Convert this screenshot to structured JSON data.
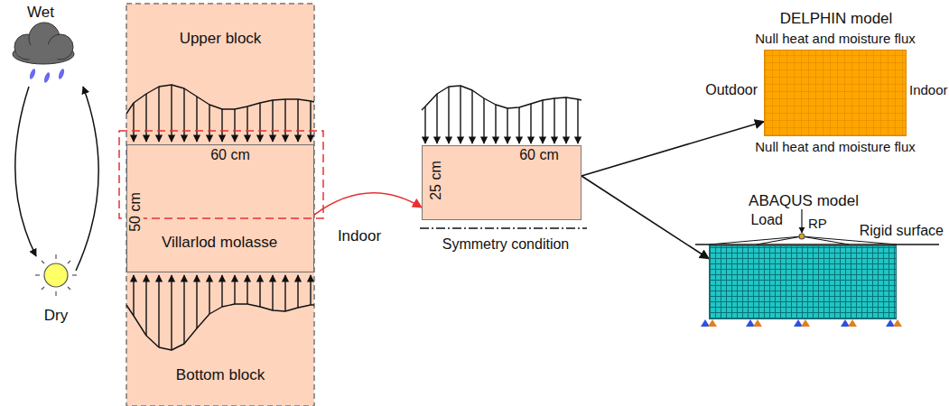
{
  "diagram": {
    "nodes": [
      {
        "text": [
          "Upper block"
        ]
      },
      {
        "text": [
          "60 cm",
          "50 cm",
          "Villarlod molasse"
        ]
      },
      {
        "text": [
          "Bottom block"
        ]
      },
      {
        "text": [
          "25 cm",
          "60 cm"
        ]
      },
      {
        "text": [
          "DELPHIN model"
        ]
      },
      {
        "text": [
          "ABAQUS model"
        ]
      }
    ],
    "edges": [
      {
        "from": 1,
        "to": 3,
        "arrow": "to"
      },
      {
        "from": 3,
        "to": 4,
        "arrow": "to"
      },
      {
        "from": 3,
        "to": 5,
        "arrow": "to"
      }
    ],
    "labels": [
      "Wet",
      "Dry",
      "Indoor",
      "Symmetry condition",
      "Null heat and moisture flux",
      "Outdoor",
      "Indoor",
      "Null heat and moisture flux",
      "Load",
      "RP",
      "Rigid surface"
    ]
  }
}
